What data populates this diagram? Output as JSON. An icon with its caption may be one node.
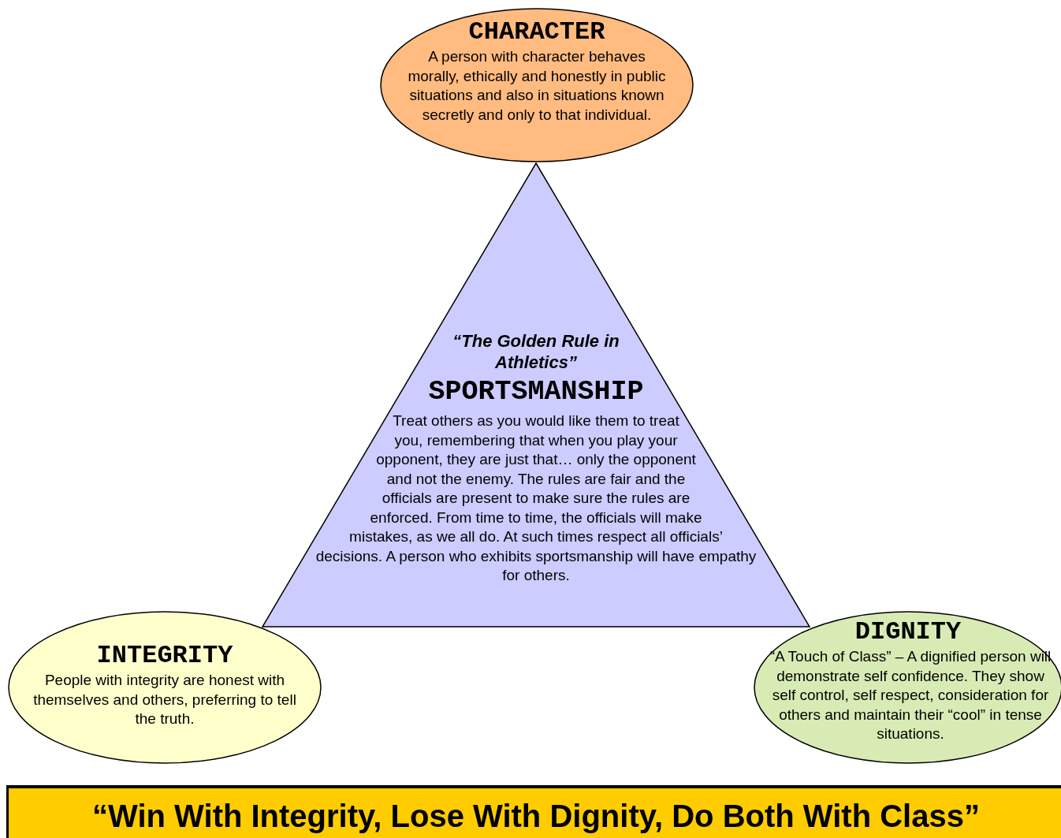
{
  "diagram": {
    "nodes": [
      {
        "text": [
          "CHARACTER",
          "A person with character behaves morally, ethically and honestly in public situations and also in situations known secretly and only to that individual."
        ]
      },
      {
        "text": [
          "“The Golden Rule in Athletics”",
          "SPORTSMANSHIP",
          "Treat others as you would like them to treat you, remembering that when you play your opponent, they are just that… only the opponent and not the enemy.  The rules are fair and the officials are present to make sure the rules are enforced.  From time to time, the officials will make mistakes, as we all do.  At such times respect all officials’ decisions.  A person who exhibits sportsmanship will have empathy for others."
        ]
      },
      {
        "text": [
          "INTEGRITY",
          "People with integrity are honest with themselves and others, preferring to tell the truth."
        ]
      },
      {
        "text": [
          "DIGNITY",
          "“A Touch of Class” – A dignified person will demonstrate self confidence.  They show self control, self respect, consideration for others and maintain their “cool” in tense situations."
        ]
      },
      {
        "text": [
          "“Win With Integrity, Lose With Dignity, Do Both With Class”"
        ]
      }
    ]
  }
}
